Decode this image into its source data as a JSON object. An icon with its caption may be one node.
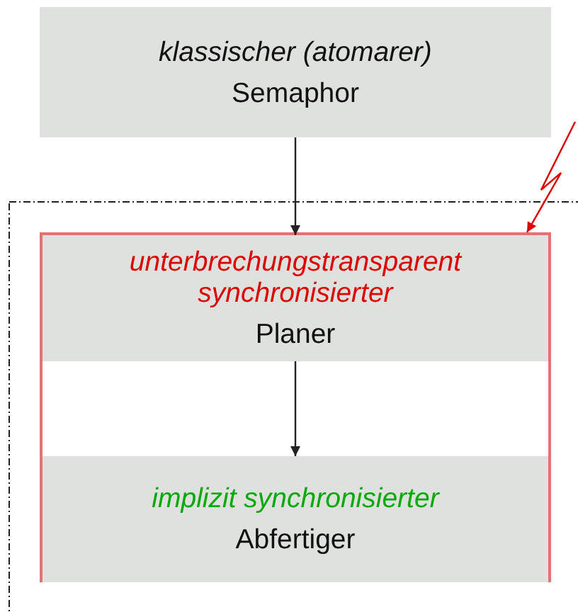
{
  "diagram": {
    "nodes": [
      {
        "text": [
          "klassischer (atomarer)",
          "Semaphor"
        ]
      },
      {
        "text": [],
        "shape": "box"
      },
      {
        "text": [],
        "shape": "box",
        "in": 1
      },
      {
        "text": [
          "unterbrechungstransparent synchronisierter",
          "Planer"
        ],
        "in": 2
      },
      {
        "text": [
          "implizit synchronisierter",
          "Abfertiger"
        ],
        "in": 2
      }
    ],
    "edges": [
      {
        "from": 0,
        "to": 3,
        "arrow": "to"
      },
      {
        "from": 3,
        "to": 4,
        "arrow": "to"
      },
      {
        "from": null,
        "to": 2,
        "arrow": "to",
        "color": "#dd0000"
      }
    ]
  }
}
